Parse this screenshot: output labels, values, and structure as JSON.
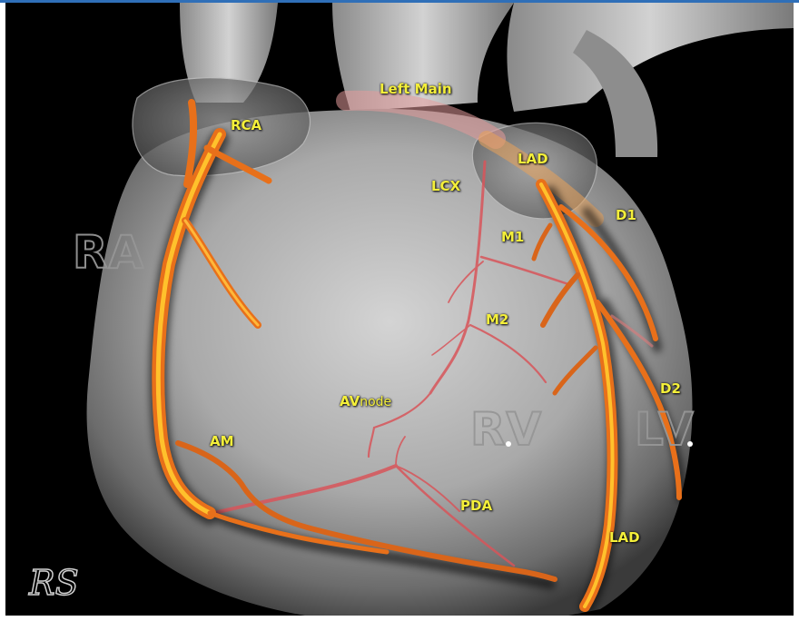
{
  "colors": {
    "top_bar": "#2f6fb8",
    "background": "#000000",
    "label": "#f4ef3a",
    "artery_main": "#e8701a",
    "artery_highlight": "#ffc12c",
    "vessel_thin": "#d8555a",
    "chamber_outline": "#969696"
  },
  "labels": {
    "left_main": "Left Main",
    "rca": "RCA",
    "lad_top": "LAD",
    "lcx": "LCX",
    "d1": "D1",
    "m1": "M1",
    "m2": "M2",
    "av_node_av": "AV",
    "av_node_node": "node",
    "d2": "D2",
    "am": "AM",
    "pda": "PDA",
    "lad_bottom": "LAD"
  },
  "chambers": {
    "ra": "RA",
    "rv": "RV",
    "lv": "LV"
  },
  "signature": "RS"
}
